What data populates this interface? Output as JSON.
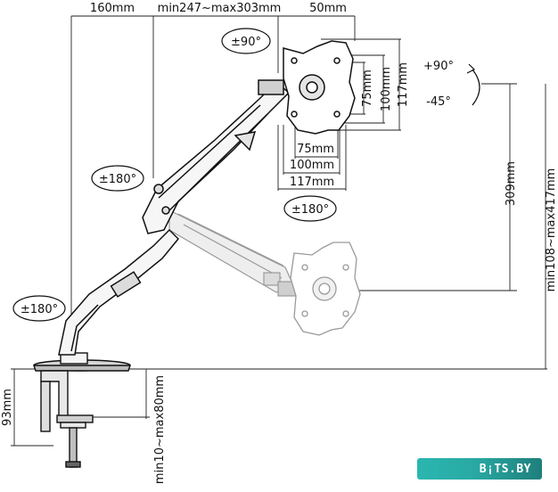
{
  "dimensions": {
    "top": {
      "arm_offset": "160mm",
      "arm_reach": "min247~max303mm",
      "plate_offset": "50mm"
    },
    "vesa_vertical": {
      "inner": "75mm",
      "mid": "100mm",
      "outer": "117mm"
    },
    "vesa_horizontal": {
      "inner": "75mm",
      "mid": "100mm",
      "outer": "117mm"
    },
    "height_travel": "309mm",
    "total_height": "min108~max417mm",
    "clamp_height": "93mm",
    "desk_thickness": "min10~max80mm"
  },
  "rotations": {
    "plate_swivel": "±90°",
    "tilt_up": "+90°",
    "tilt_down": "-45°",
    "upper_joint": "±180°",
    "lower_joint": "±180°",
    "base_joint": "±180°"
  },
  "watermark": "B¡TS.BY",
  "colors": {
    "line": "#111111",
    "ghost": "#9a9a9a",
    "watermark": "#2bb6b0"
  }
}
